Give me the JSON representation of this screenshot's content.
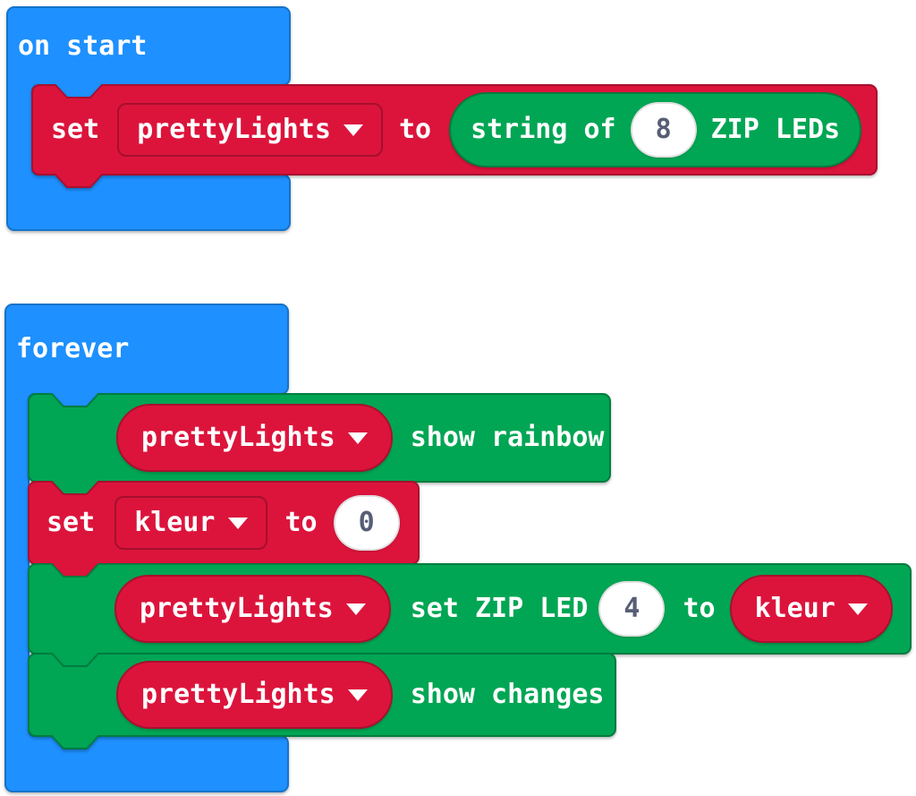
{
  "palette": {
    "block_blue": "#1E90FF",
    "block_blue_border": "#1573C9",
    "block_red": "#DC143C",
    "block_red_border": "#AA0F2F",
    "block_green": "#00A654",
    "block_green_border": "#007C3F",
    "field_white": "#FFFFFF",
    "number_text": "#575E75",
    "label_text": "#FFFFFF"
  },
  "on_start": {
    "title": "on start",
    "set_statement": {
      "set_label": "set",
      "variable": "prettyLights",
      "to_label": "to",
      "string_of_block": {
        "prefix_label": "string of",
        "led_count": "8",
        "suffix_label": "ZIP LEDs"
      }
    }
  },
  "forever": {
    "title": "forever",
    "show_rainbow": {
      "variable": "prettyLights",
      "action_label": "show rainbow"
    },
    "set_kleur": {
      "set_label": "set",
      "variable": "kleur",
      "to_label": "to",
      "value": "0"
    },
    "set_zip_led": {
      "variable": "prettyLights",
      "action_label": "set ZIP LED",
      "led_index": "4",
      "to_label": "to",
      "value_variable": "kleur"
    },
    "show_changes": {
      "variable": "prettyLights",
      "action_label": "show changes"
    }
  }
}
